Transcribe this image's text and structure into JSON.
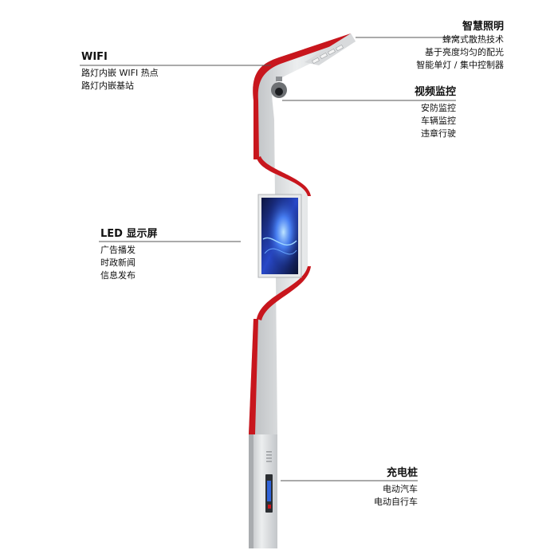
{
  "callouts": {
    "lighting": {
      "title": "智慧照明",
      "lines": [
        "蜂窝式散热技术",
        "基于亮度均匀的配光",
        "智能单灯 / 集中控制器"
      ]
    },
    "wifi": {
      "title": "WIFI",
      "lines": [
        "路灯内嵌 WIFI 热点",
        "路灯内嵌基站"
      ]
    },
    "video": {
      "title": "视频监控",
      "lines": [
        "安防监控",
        "车辆监控",
        "违章行驶"
      ]
    },
    "led": {
      "title": "LED 显示屏",
      "lines": [
        "广告播发",
        "时政新闻",
        "信息发布"
      ]
    },
    "charging": {
      "title": "充电桩",
      "lines": [
        "电动汽车",
        "电动自行车"
      ]
    }
  },
  "colors": {
    "accent_red": "#c8161d",
    "pole_silver": "#d4d6d8",
    "screen_blue": "#1a2e8c"
  }
}
